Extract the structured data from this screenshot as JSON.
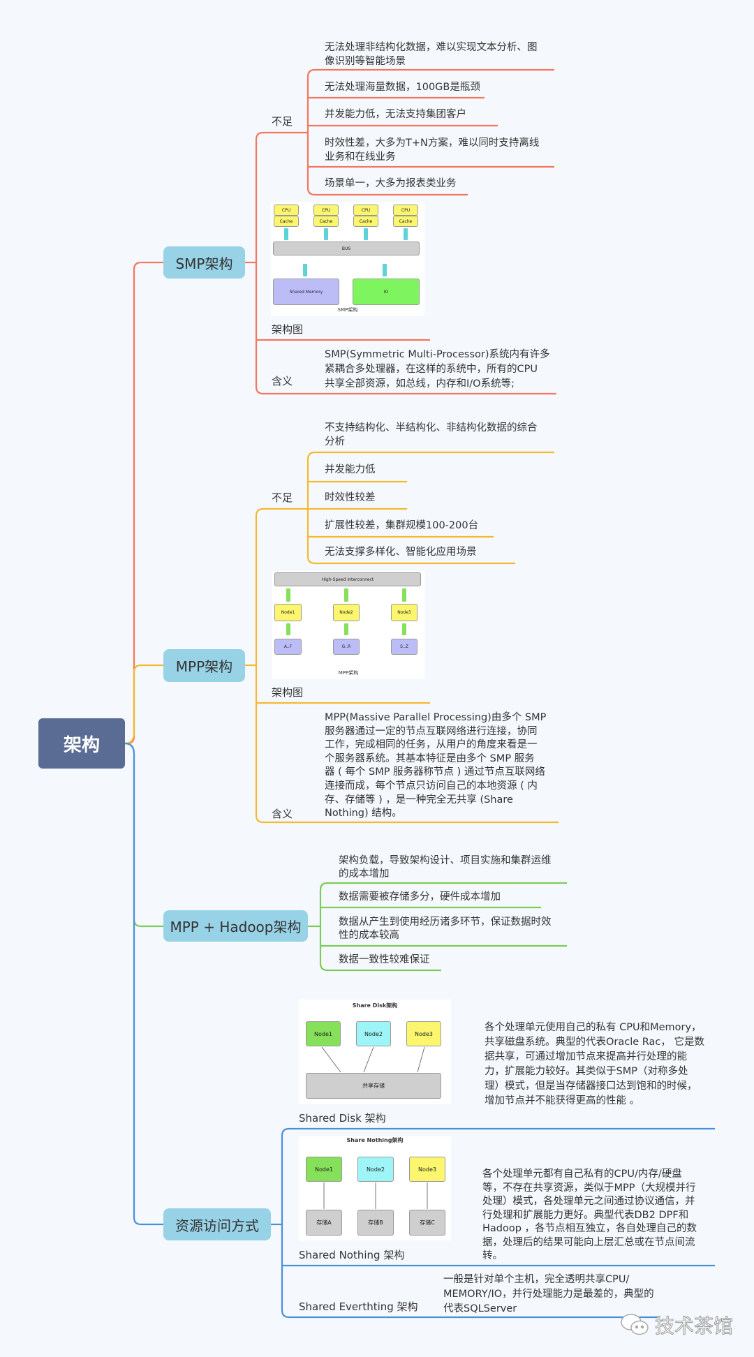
{
  "root": "架构",
  "colors": {
    "smp": "#f4765e",
    "mpp": "#f5b831",
    "hadoop": "#7dcb5c",
    "resource": "#4a90d9",
    "node": "#98d2e6",
    "root": "#5a6c94"
  },
  "smp": {
    "label": "SMP架构",
    "shortcomings_label": "不足",
    "shortcomings": [
      "无法处理非结构化数据，难以实现文本分析、图\n像识别等智能场景",
      "无法处理海量数据，100GB是瓶颈",
      "并发能力低，无法支持集团客户",
      "时效性差，大多为T+N方案，难以同时支持离线\n业务和在线业务",
      "场景单一，大多为报表类业务"
    ],
    "diagram": {
      "cpu": "CPU",
      "cache": "Cache",
      "bus": "BUS",
      "memory": "Shared Memory",
      "io": "IO",
      "caption": "SMP架构"
    },
    "diagram_label": "架构图",
    "meaning_label": "含义",
    "meaning": "SMP(Symmetric Multi-Processor)系统内有许多\n紧耦合多处理器，在这样的系统中，所有的CPU\n共享全部资源，如总线，内存和I/O系统等;"
  },
  "mpp": {
    "label": "MPP架构",
    "shortcomings_label": "不足",
    "shortcomings": [
      "不支持结构化、半结构化、非结构化数据的综合\n分析",
      "并发能力低",
      "时效性较差",
      "扩展性较差，集群规模100-200台",
      "无法支撑多样化、智能化应用场景"
    ],
    "diagram": {
      "interconnect": "High-Speed Interconnect",
      "nodes": [
        "Node1",
        "Node2",
        "Node3"
      ],
      "storages": [
        "A..F",
        "G..R",
        "S..Z"
      ],
      "caption": "MPP架构"
    },
    "diagram_label": "架构图",
    "meaning_label": "含义",
    "meaning": "MPP(Massive Parallel Processing)由多个 SMP\n服务器通过一定的节点互联网络进行连接，协同\n工作，完成相同的任务，从用户的角度来看是一\n个服务器系统。其基本特征是由多个 SMP 服务\n器 ( 每个 SMP 服务器称节点 ) 通过节点互联网络\n连接而成，每个节点只访问自己的本地资源 ( 内\n存、存储等 ) ，是一种完全无共享 (Share\nNothing) 结构。"
  },
  "hadoop": {
    "label": "MPP + Hadoop架构",
    "items": [
      "架构负载，导致架构设计、项目实施和集群运维\n的成本增加",
      "数据需要被存储多分，硬件成本增加",
      "数据从产生到使用经历诸多环节，保证数据时效\n性的成本较高",
      "数据一致性较难保证"
    ]
  },
  "resource": {
    "label": "资源访问方式",
    "shared_disk": {
      "label": "Shared Disk 架构",
      "diagram": {
        "title": "Share Disk架构",
        "nodes": [
          "Node1",
          "Node2",
          "Node3"
        ],
        "storage": "共享存储"
      },
      "text": "各个处理单元使用自己的私有 CPU和Memory，\n共享磁盘系统。典型的代表Oracle Rac， 它是数\n据共享，可通过增加节点来提高并行处理的能\n力，扩展能力较好。其类似于SMP（对称多处\n理）模式，但是当存储器接口达到饱和的时候，\n增加节点并不能获得更高的性能 。"
    },
    "shared_nothing": {
      "label": "Shared Nothing 架构",
      "diagram": {
        "title": "Share Nothing架构",
        "nodes": [
          "Node1",
          "Node2",
          "Node3"
        ],
        "storages": [
          "存储A",
          "存储B",
          "存储C"
        ]
      },
      "text": "各个处理单元都有自己私有的CPU/内存/硬盘\n等，不存在共享资源，类似于MPP（大规模并行\n处理）模式，各处理单元之间通过协议通信，并\n行处理和扩展能力更好。典型代表DB2 DPF和\nHadoop ，各节点相互独立，各自处理自己的数\n据，处理后的结果可能向上层汇总或在节点间流\n转。"
    },
    "shared_everything": {
      "label": "Shared Everthting 架构",
      "text": "一般是针对单个主机，完全透明共享CPU/\nMEMORY/IO，并行处理能力是最差的，典型的\n代表SQLServer"
    }
  },
  "watermark": "技术茶馆"
}
